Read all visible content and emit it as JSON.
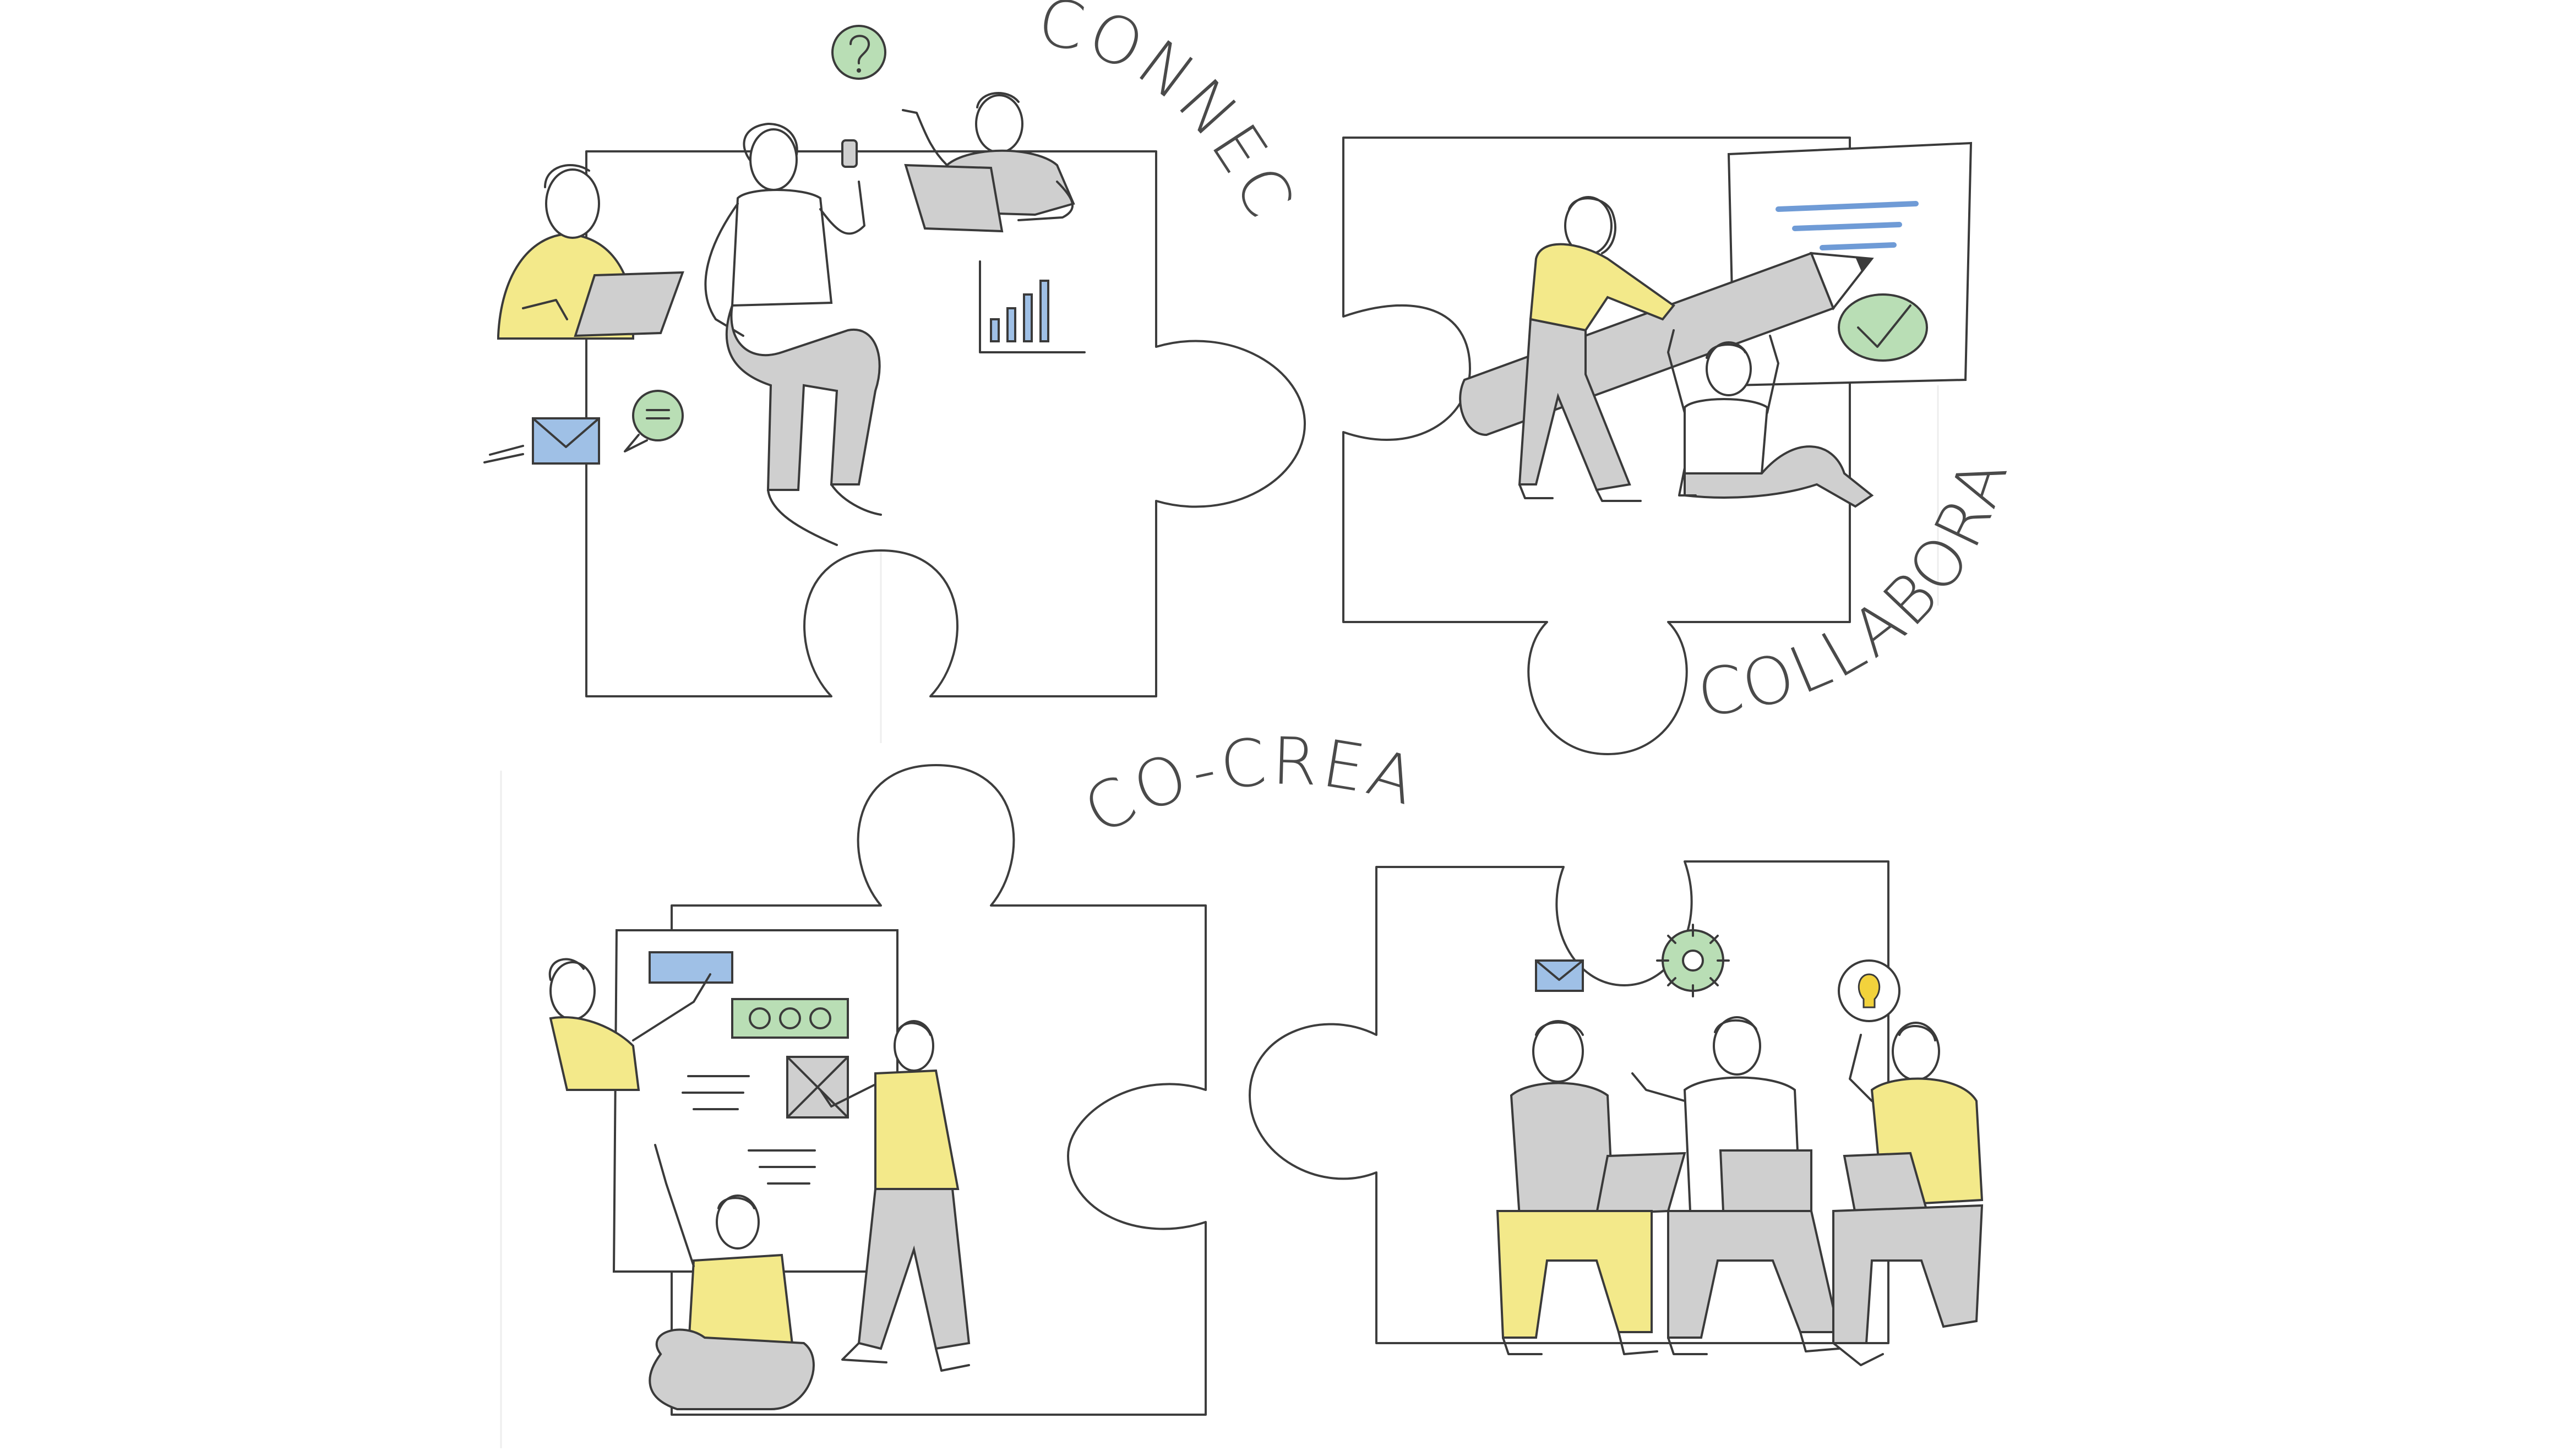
{
  "labels": {
    "connect": "CONNECT",
    "collaborate": "COLLABORATE",
    "co_create": "CO-CREATE"
  },
  "colors": {
    "accent_yellow": "#f3e98a",
    "neutral_gray": "#cfcfcf",
    "accent_blue": "#9fc0e6",
    "accent_green": "#b9deb5",
    "ink": "#3a3a3a",
    "background": "#ffffff"
  },
  "icons": [
    "question-bubble-icon",
    "envelope-icon",
    "chat-bubble-icon",
    "bar-chart-icon",
    "checkmark-icon",
    "gear-icon",
    "lightbulb-icon",
    "pencil-icon"
  ]
}
